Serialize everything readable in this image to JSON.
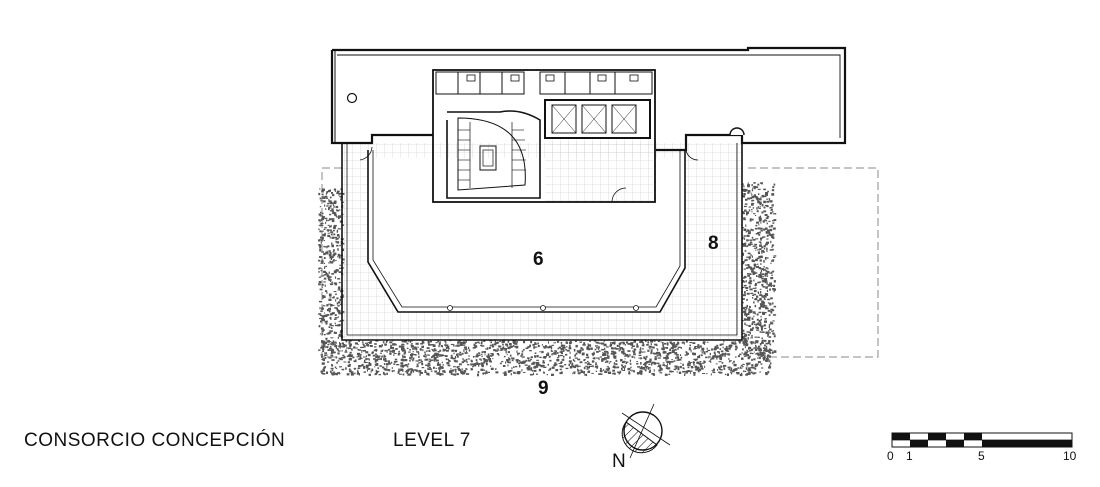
{
  "project_name": "CONSORCIO CONCEPCIÓN",
  "level_name": "LEVEL 7",
  "zones": [
    {
      "id": "zone-6",
      "label": "6"
    },
    {
      "id": "zone-8",
      "label": "8"
    },
    {
      "id": "zone-9",
      "label": "9"
    }
  ],
  "north_label": "N",
  "scale_bar": {
    "ticks": [
      "0",
      "1",
      "5",
      "10"
    ]
  },
  "colors": {
    "line": "#111111",
    "dashed": "#777777",
    "vegetation": "#555555",
    "grid": "#bbbbbb"
  }
}
